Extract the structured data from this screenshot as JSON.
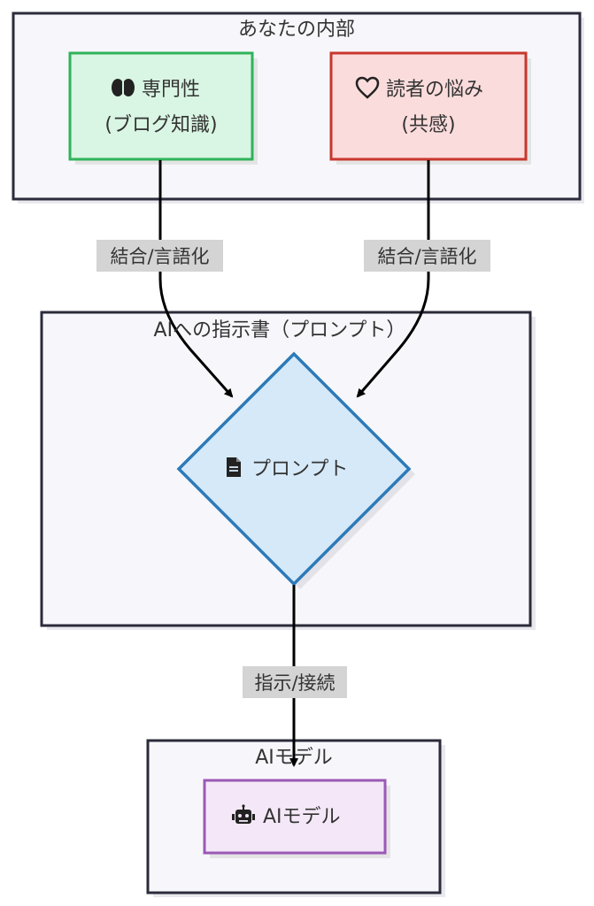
{
  "clusters": {
    "inner": {
      "title": "あなたの内部"
    },
    "prompt": {
      "title": "AIへの指示書（プロンプト）"
    },
    "model": {
      "title": "AIモデル"
    }
  },
  "nodes": {
    "expertise": {
      "icon": "brain-icon",
      "line1": "専門性",
      "line2": "(ブログ知識)",
      "fill": "#d9f5e3",
      "stroke": "#2fb35a"
    },
    "pain": {
      "icon": "heart-icon",
      "line1": "読者の悩み",
      "line2": "(共感)",
      "fill": "#fbdcdc",
      "stroke": "#c8372d"
    },
    "prompt": {
      "icon": "file-icon",
      "label": "プロンプト",
      "fill": "#d6e9f8",
      "stroke": "#2d7ab8"
    },
    "ai": {
      "icon": "robot-icon",
      "label": "AIモデル",
      "fill": "#f4e8f8",
      "stroke": "#9b59b6"
    }
  },
  "edges": {
    "left": {
      "label": "結合/言語化"
    },
    "right": {
      "label": "結合/言語化"
    },
    "down": {
      "label": "指示/接続"
    }
  }
}
